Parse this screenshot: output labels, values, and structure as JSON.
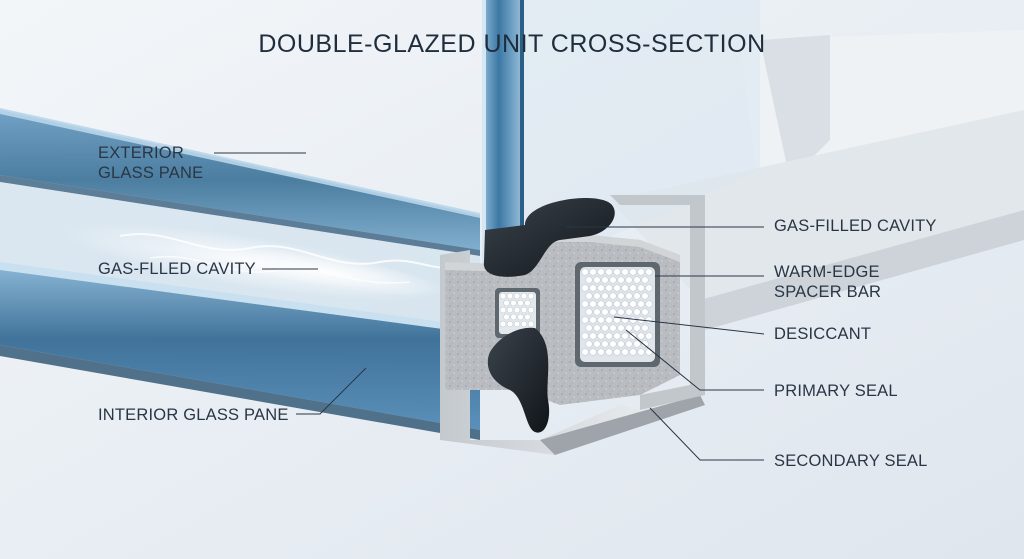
{
  "title": "DOUBLE-GLAZED UNIT CROSS-SECTION",
  "labels": {
    "exterior_glass_pane": [
      "EXTERIOR",
      "GLASS PANE"
    ],
    "gas_filled_cavity_left": "GAS-FLLED CAVITY",
    "interior_glass_pane": "INTERIOR GLASS PANE",
    "gas_filled_cavity_right": "GAS-FILLED CAVITY",
    "warm_edge_spacer_bar": [
      "WARM-EDGE",
      "SPACER BAR"
    ],
    "desiccant": "DESICCANT",
    "primary_seal": "PRIMARY SEAL",
    "secondary_seal": "SECONDARY SEAL"
  },
  "colors": {
    "glass": "#3f7aa6",
    "glass_dark": "#234f72",
    "seal_black": "#1c2228",
    "spacer_gray": "#b4b8bc",
    "frame_gray": "#cfd3d7",
    "text": "#2a3645"
  }
}
